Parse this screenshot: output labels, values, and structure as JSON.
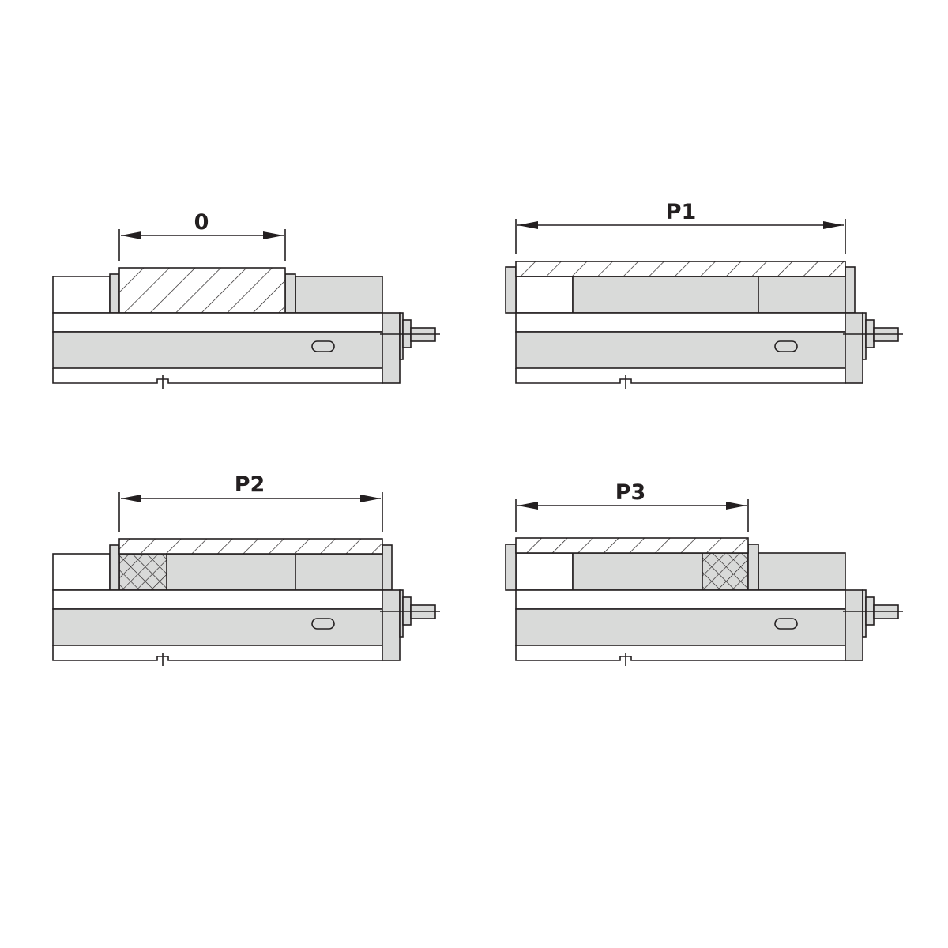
{
  "figure": {
    "description": "Four vise configurations showing clamping capacity dimensions",
    "colors": {
      "line": "#231f20",
      "fill_gray": "#d9dad9",
      "background": "#ffffff"
    },
    "panels": [
      {
        "id": "panel-0",
        "label": "0",
        "position": "top-left",
        "workpiece": "hatched block between jaws"
      },
      {
        "id": "panel-p1",
        "label": "P1",
        "position": "top-right",
        "workpiece": "hatched plate spanning full vise length"
      },
      {
        "id": "panel-p2",
        "label": "P2",
        "position": "bottom-left",
        "workpiece": "hatched plate with cross-hatched spacer at left"
      },
      {
        "id": "panel-p3",
        "label": "P3",
        "position": "bottom-right",
        "workpiece": "hatched plate with cross-hatched spacer at right"
      }
    ]
  }
}
